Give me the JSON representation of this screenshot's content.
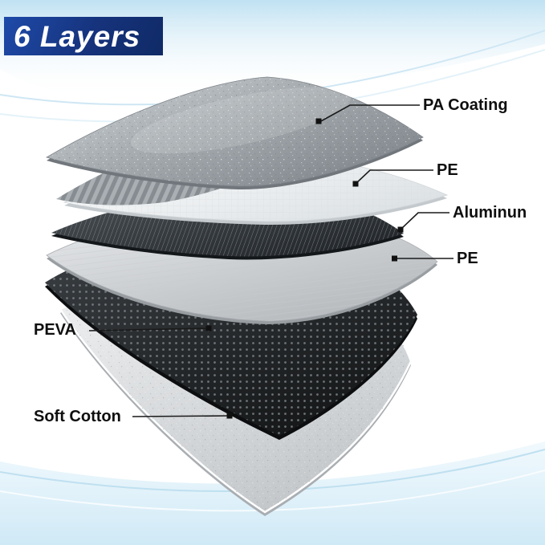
{
  "banner": {
    "title": "6 Layers",
    "bg_color": "#16337c",
    "text_color": "#ffffff"
  },
  "callouts": [
    {
      "id": "pa-coating",
      "label": "PA Coating"
    },
    {
      "id": "pe-top",
      "label": "PE"
    },
    {
      "id": "aluminum",
      "label": "Aluminun"
    },
    {
      "id": "pe-bottom",
      "label": "PE"
    },
    {
      "id": "peva",
      "label": "PEVA"
    },
    {
      "id": "soft-cotton",
      "label": "Soft Cotton"
    }
  ],
  "layers": [
    {
      "name": "pa-coating-sheet",
      "color": "#9aa0a5"
    },
    {
      "name": "pe-sheet-top",
      "color": "#f0f3f4"
    },
    {
      "name": "aluminum-sheet",
      "color": "#33383c"
    },
    {
      "name": "pe-sheet-bottom",
      "color": "#cdd0d3"
    },
    {
      "name": "peva-sheet",
      "color": "#202427"
    },
    {
      "name": "soft-cotton-sheet",
      "color": "#dfe2e4"
    }
  ],
  "leader_color": "#1a1a1a",
  "background_accent": "#cfe9f6"
}
